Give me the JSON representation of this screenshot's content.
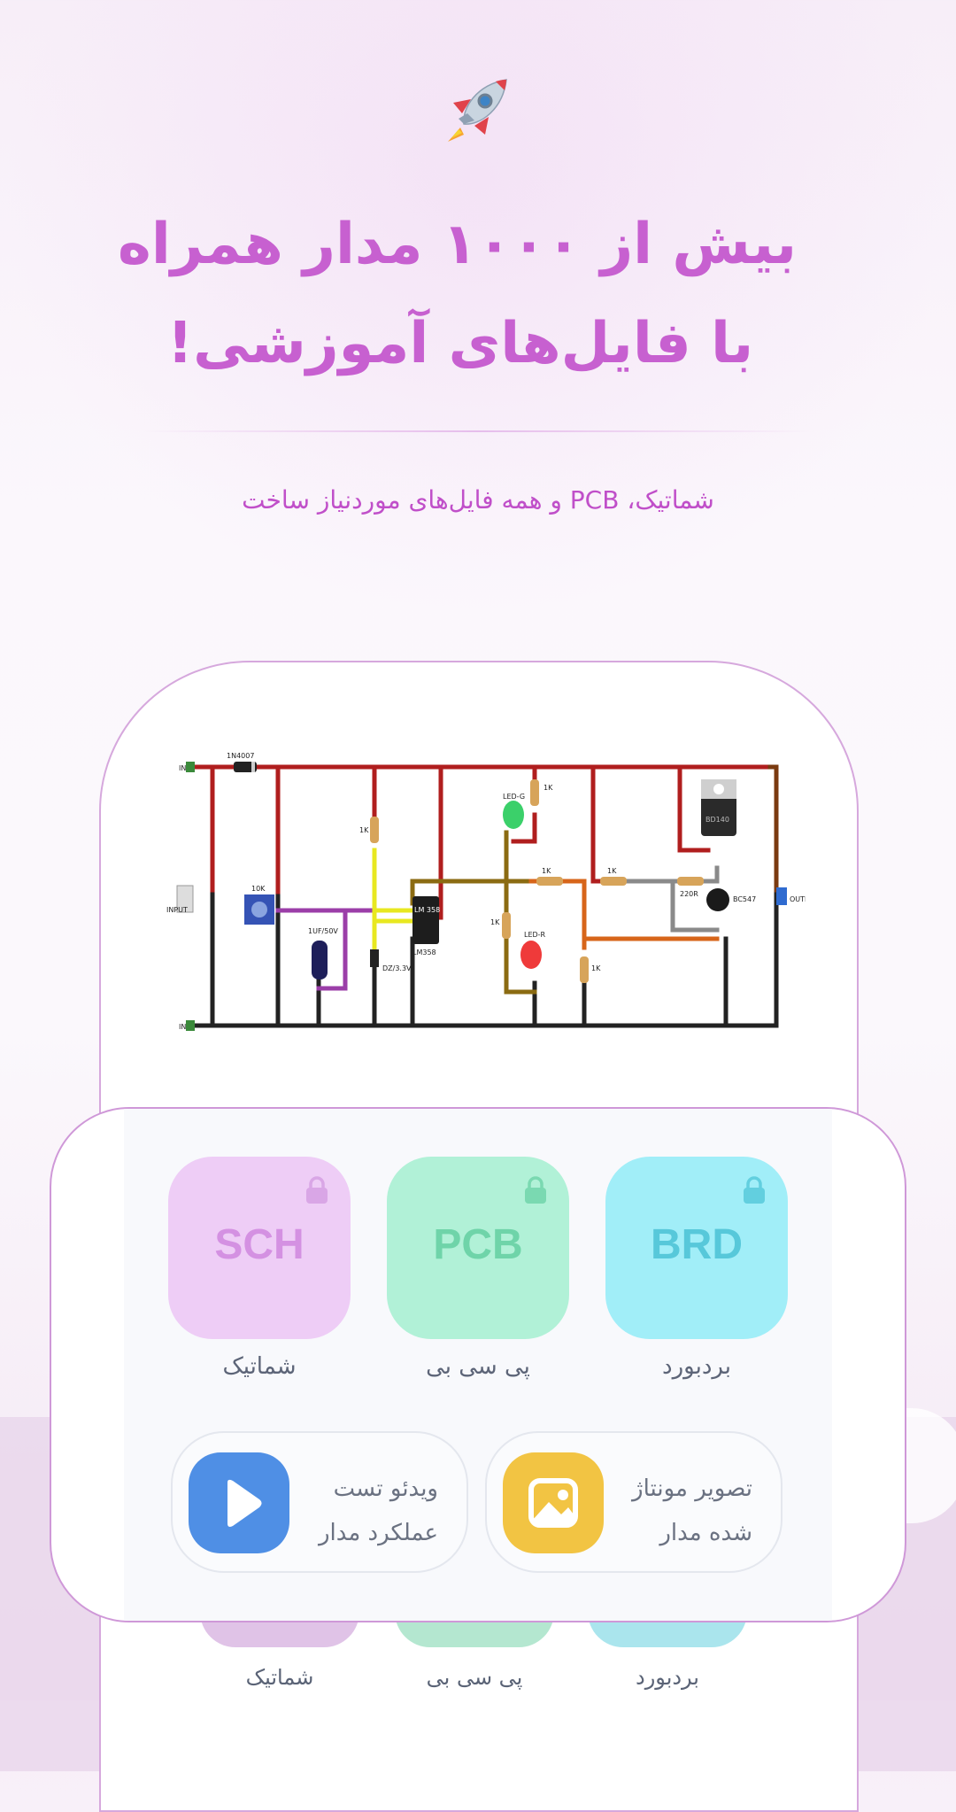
{
  "headline": {
    "line1": "بیش از ۱۰۰۰ مدار همراه",
    "line2": "با فایل‌های آموزشی!"
  },
  "subtitle": "شماتیک، PCB و همه فایل‌های موردنیاز ساخت",
  "circuit_labels": {
    "in_top": "IN",
    "in_bottom": "IN",
    "input": "INPUT",
    "output": "OUTPUT",
    "diode": "1N4007",
    "pot": "10K",
    "cap": "1UF/50V",
    "zener": "DZ/3.3V",
    "ic": "LM358",
    "ic_body": "LM 358",
    "led_g": "LED-G",
    "led_r": "LED-R",
    "reg": "BD140",
    "transistor": "BC547",
    "r_220": "220R",
    "r_1k": "1K"
  },
  "tiles": [
    {
      "code": "SCH",
      "label": "شماتیک",
      "bg": "#eecdf6",
      "fg": "#d491e2",
      "lock": "#d9a6e6"
    },
    {
      "code": "PCB",
      "label": "پی سی بی",
      "bg": "#b1f1d7",
      "fg": "#6fd4a9",
      "lock": "#7ad9b1"
    },
    {
      "code": "BRD",
      "label": "بردبورد",
      "bg": "#a1eef8",
      "fg": "#57c8da",
      "lock": "#62cfdf"
    }
  ],
  "media": {
    "montage": {
      "line1": "تصویر مونتاژ",
      "line2": "شده مدار",
      "icon": "image-icon",
      "color": "#f2c443"
    },
    "video": {
      "line1": "ویدئو تست",
      "line2": "عملکرد مدار",
      "icon": "play-icon",
      "color": "#4f8fe5"
    }
  },
  "ghost_labels": [
    "شماتیک",
    "پی سی بی",
    "بردبورد"
  ]
}
